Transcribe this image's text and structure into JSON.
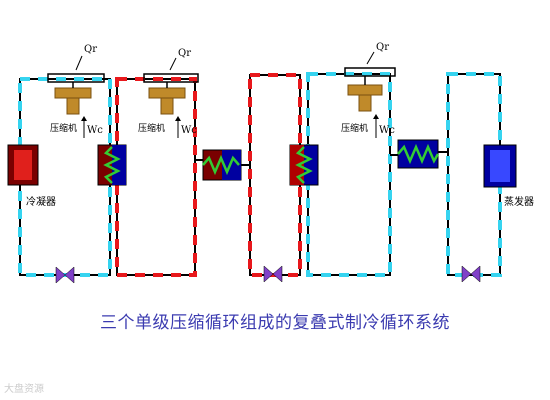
{
  "title": "三个单级压缩循环组成的复叠式制冷循环系统",
  "labels": {
    "condenser": "冷凝器",
    "evaporator": "蒸发器",
    "compressor": "压缩机",
    "heat": "Qr",
    "work": "Wc"
  },
  "watermark": "大盘资源",
  "colors": {
    "cyan": "#36d4f0",
    "red": "#e8181c",
    "pipe": "#000000",
    "compressor": "#c08a2a",
    "condenser_dark": "#7a0000",
    "condenser_light": "#e0201c",
    "evaporator_dark": "#0000a0",
    "evaporator_light": "#3848ff",
    "coil": "#33cc33",
    "valve": "#8040c8",
    "title": "#3b3bb0"
  }
}
